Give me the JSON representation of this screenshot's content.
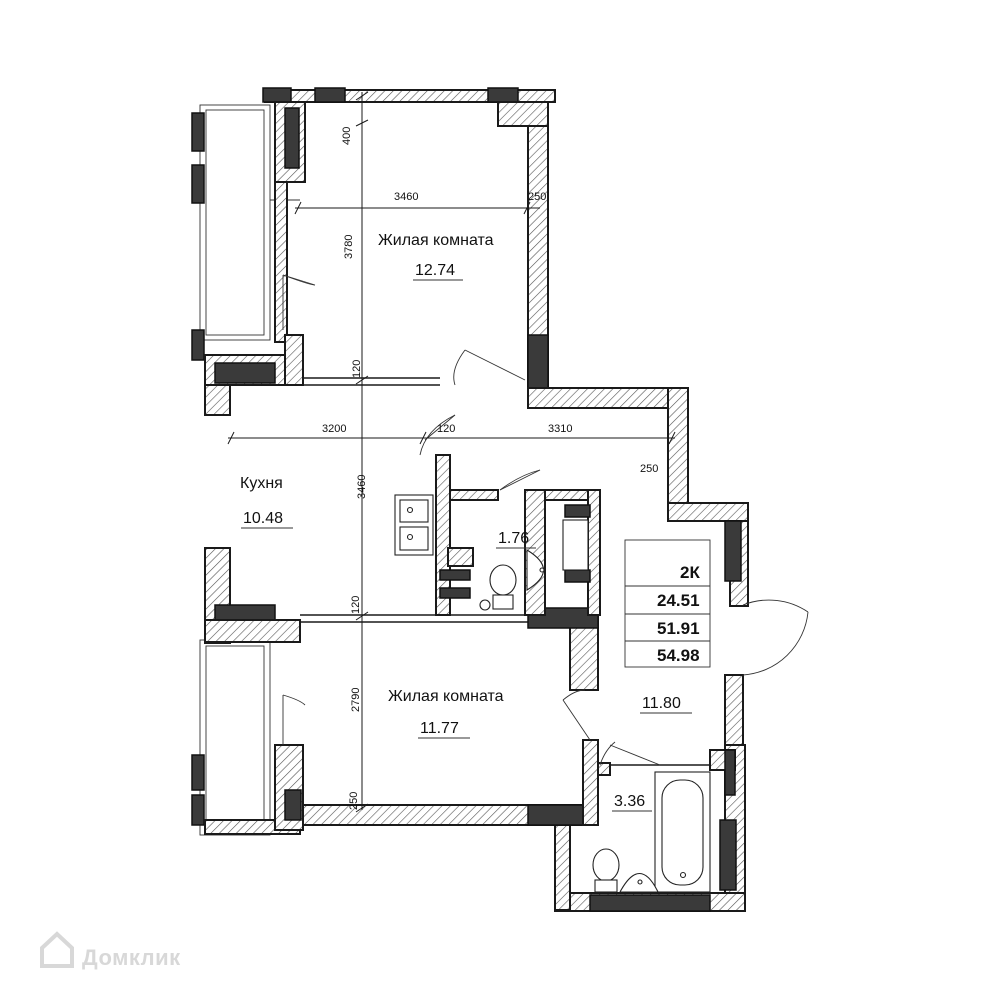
{
  "rooms": {
    "living_1": {
      "name": "Жилая комната",
      "area": "12.74"
    },
    "kitchen": {
      "name": "Кухня",
      "area": "10.48"
    },
    "bathroom_small": {
      "area": "1.76"
    },
    "living_2": {
      "name": "Жилая комната",
      "area": "11.77"
    },
    "hall": {
      "area": "11.80"
    },
    "bathroom": {
      "area": "3.36"
    }
  },
  "dimensions": {
    "d400": "400",
    "d3460_top": "3460",
    "d250_top": "250",
    "d3780": "3780",
    "d120_a": "120",
    "d3200": "3200",
    "d120_b": "120",
    "d3310": "3310",
    "d250_right": "250",
    "d3460_left": "3460",
    "d120_c": "120",
    "d2790": "2790",
    "d250_bottom": "250"
  },
  "summary": {
    "type": "2К",
    "living_area": "24.51",
    "total_area": "51.91",
    "area_with_balcony": "54.98"
  },
  "watermark": {
    "text": "Домклик"
  },
  "colors": {
    "wall": "#1a1a1a",
    "hatch": "#555555",
    "watermark": "#d8d8d8"
  }
}
